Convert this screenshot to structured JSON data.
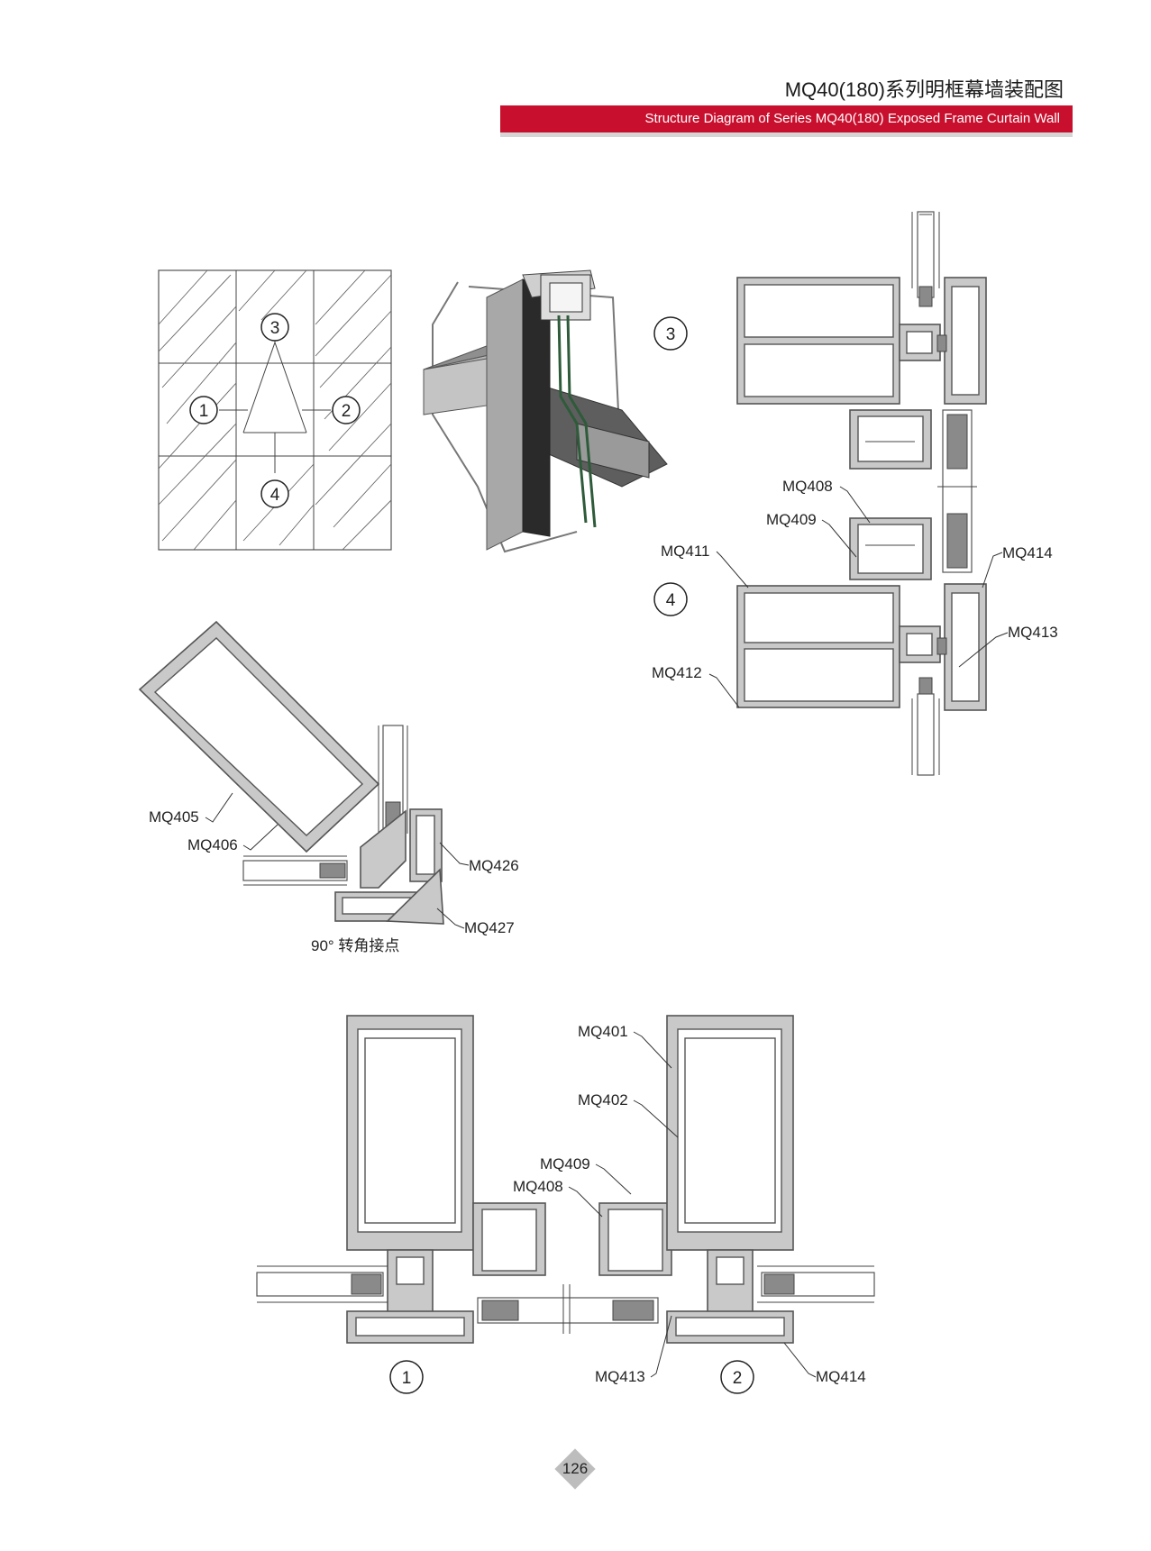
{
  "header": {
    "title_cn": "MQ40(180)系列明框幕墙装配图",
    "title_en": "Structure Diagram of Series MQ40(180) Exposed Frame Curtain Wall",
    "bar_color": "#c8102e"
  },
  "elevation": {
    "markers": [
      "1",
      "2",
      "3",
      "4"
    ]
  },
  "section_3_4": {
    "markers": [
      "3",
      "4"
    ],
    "labels": {
      "mq408": "MQ408",
      "mq409": "MQ409",
      "mq411": "MQ411",
      "mq412": "MQ412",
      "mq413": "MQ413",
      "mq414": "MQ414"
    }
  },
  "corner": {
    "caption": "90° 转角接点",
    "labels": {
      "mq405": "MQ405",
      "mq406": "MQ406",
      "mq426": "MQ426",
      "mq427": "MQ427"
    }
  },
  "section_1_2": {
    "markers": [
      "1",
      "2"
    ],
    "labels": {
      "mq401": "MQ401",
      "mq402": "MQ402",
      "mq408": "MQ408",
      "mq409": "MQ409",
      "mq413": "MQ413",
      "mq414": "MQ414"
    }
  },
  "footer": {
    "page_number": "126"
  }
}
